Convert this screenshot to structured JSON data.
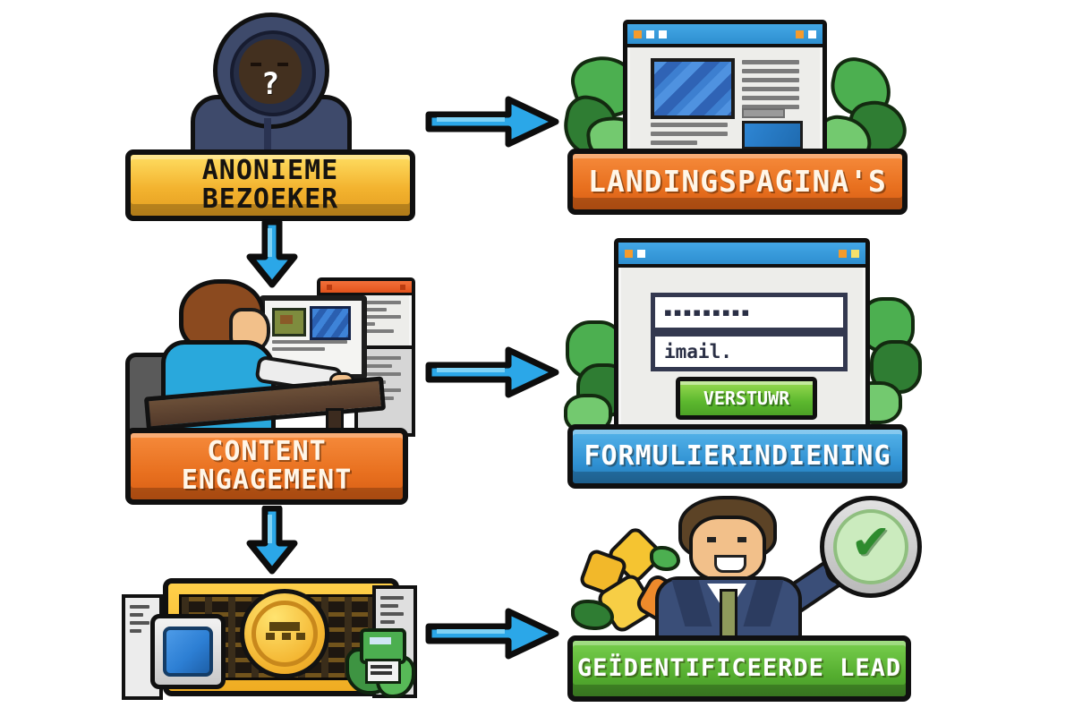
{
  "diagram": {
    "type": "flow",
    "style": "pixel-art",
    "language": "nl",
    "flow": [
      {
        "from": "anonieme-bezoeker",
        "to": "landingspaginas",
        "direction": "right"
      },
      {
        "from": "anonieme-bezoeker",
        "to": "content-engagement",
        "direction": "down"
      },
      {
        "from": "content-engagement",
        "to": "formulierindiening",
        "direction": "right"
      },
      {
        "from": "content-engagement",
        "to": "lead-scoring-dashboard",
        "direction": "down"
      },
      {
        "from": "lead-scoring-dashboard",
        "to": "geidentificeerde-lead",
        "direction": "right"
      }
    ]
  },
  "nodes": {
    "anonymous_visitor": {
      "label_line1": "ANONIEME",
      "label_line2": "BEZOEKER",
      "banner_color": "#F3B32F"
    },
    "landing_pages": {
      "label": "LANDINGSPAGINA'S",
      "banner_color": "#E8701F"
    },
    "content_engagement": {
      "label_line1": "CONTENT",
      "label_line2": "ENGAGEMENT",
      "banner_color": "#E8701F"
    },
    "form_submission": {
      "label": "FORMULIERINDIENING",
      "banner_color": "#2F90D2",
      "form": {
        "field1_value": "▪▪▪▪▪▪▪▪▪",
        "field2_value": "imail.",
        "submit_label": "VERSTUWR",
        "submit_color": "#5CB82E"
      }
    },
    "identified_lead": {
      "label": "GEÏDENTIFICEERDE LEAD",
      "banner_color": "#53AC2E"
    }
  },
  "icons": {
    "question_mark": "?",
    "check_mark": "✔"
  },
  "colors": {
    "arrow_fill": "#2BA7E8",
    "arrow_outline": "#0D0D0D",
    "background": "#FFFFFF"
  }
}
